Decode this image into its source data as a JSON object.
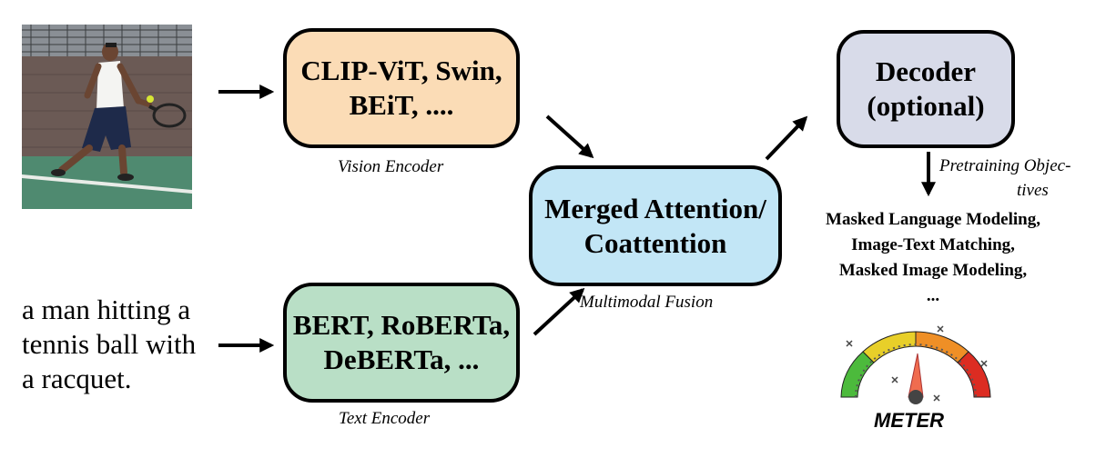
{
  "colors": {
    "vision_box": "#fbdcb6",
    "text_box": "#b9dfc6",
    "fusion_box": "#c2e6f6",
    "decoder_box": "#d8dbe9"
  },
  "input": {
    "caption_lines": [
      "a man hitting a",
      "tennis ball with",
      "a racquet."
    ]
  },
  "vision_encoder": {
    "lines": [
      "CLIP-ViT, Swin,",
      "BEiT, ...."
    ],
    "caption": "Vision Encoder"
  },
  "text_encoder": {
    "lines": [
      "BERT, RoBERTa,",
      "DeBERTa, ..."
    ],
    "caption": "Text Encoder"
  },
  "fusion": {
    "lines": [
      "Merged Attention/",
      "Coattention"
    ],
    "caption": "Multimodal Fusion"
  },
  "decoder": {
    "lines": [
      "Decoder",
      "(optional)"
    ]
  },
  "pretraining": {
    "caption_lines": [
      "Pretraining Objec-",
      "tives"
    ],
    "objectives": [
      "Masked Language Modeling,",
      "Image-Text Matching,",
      "Masked Image Modeling,",
      "..."
    ]
  },
  "meter": {
    "label": "METER",
    "segment_colors": [
      "#4cba3c",
      "#e8cf29",
      "#ef8f26",
      "#dc2c22"
    ]
  }
}
